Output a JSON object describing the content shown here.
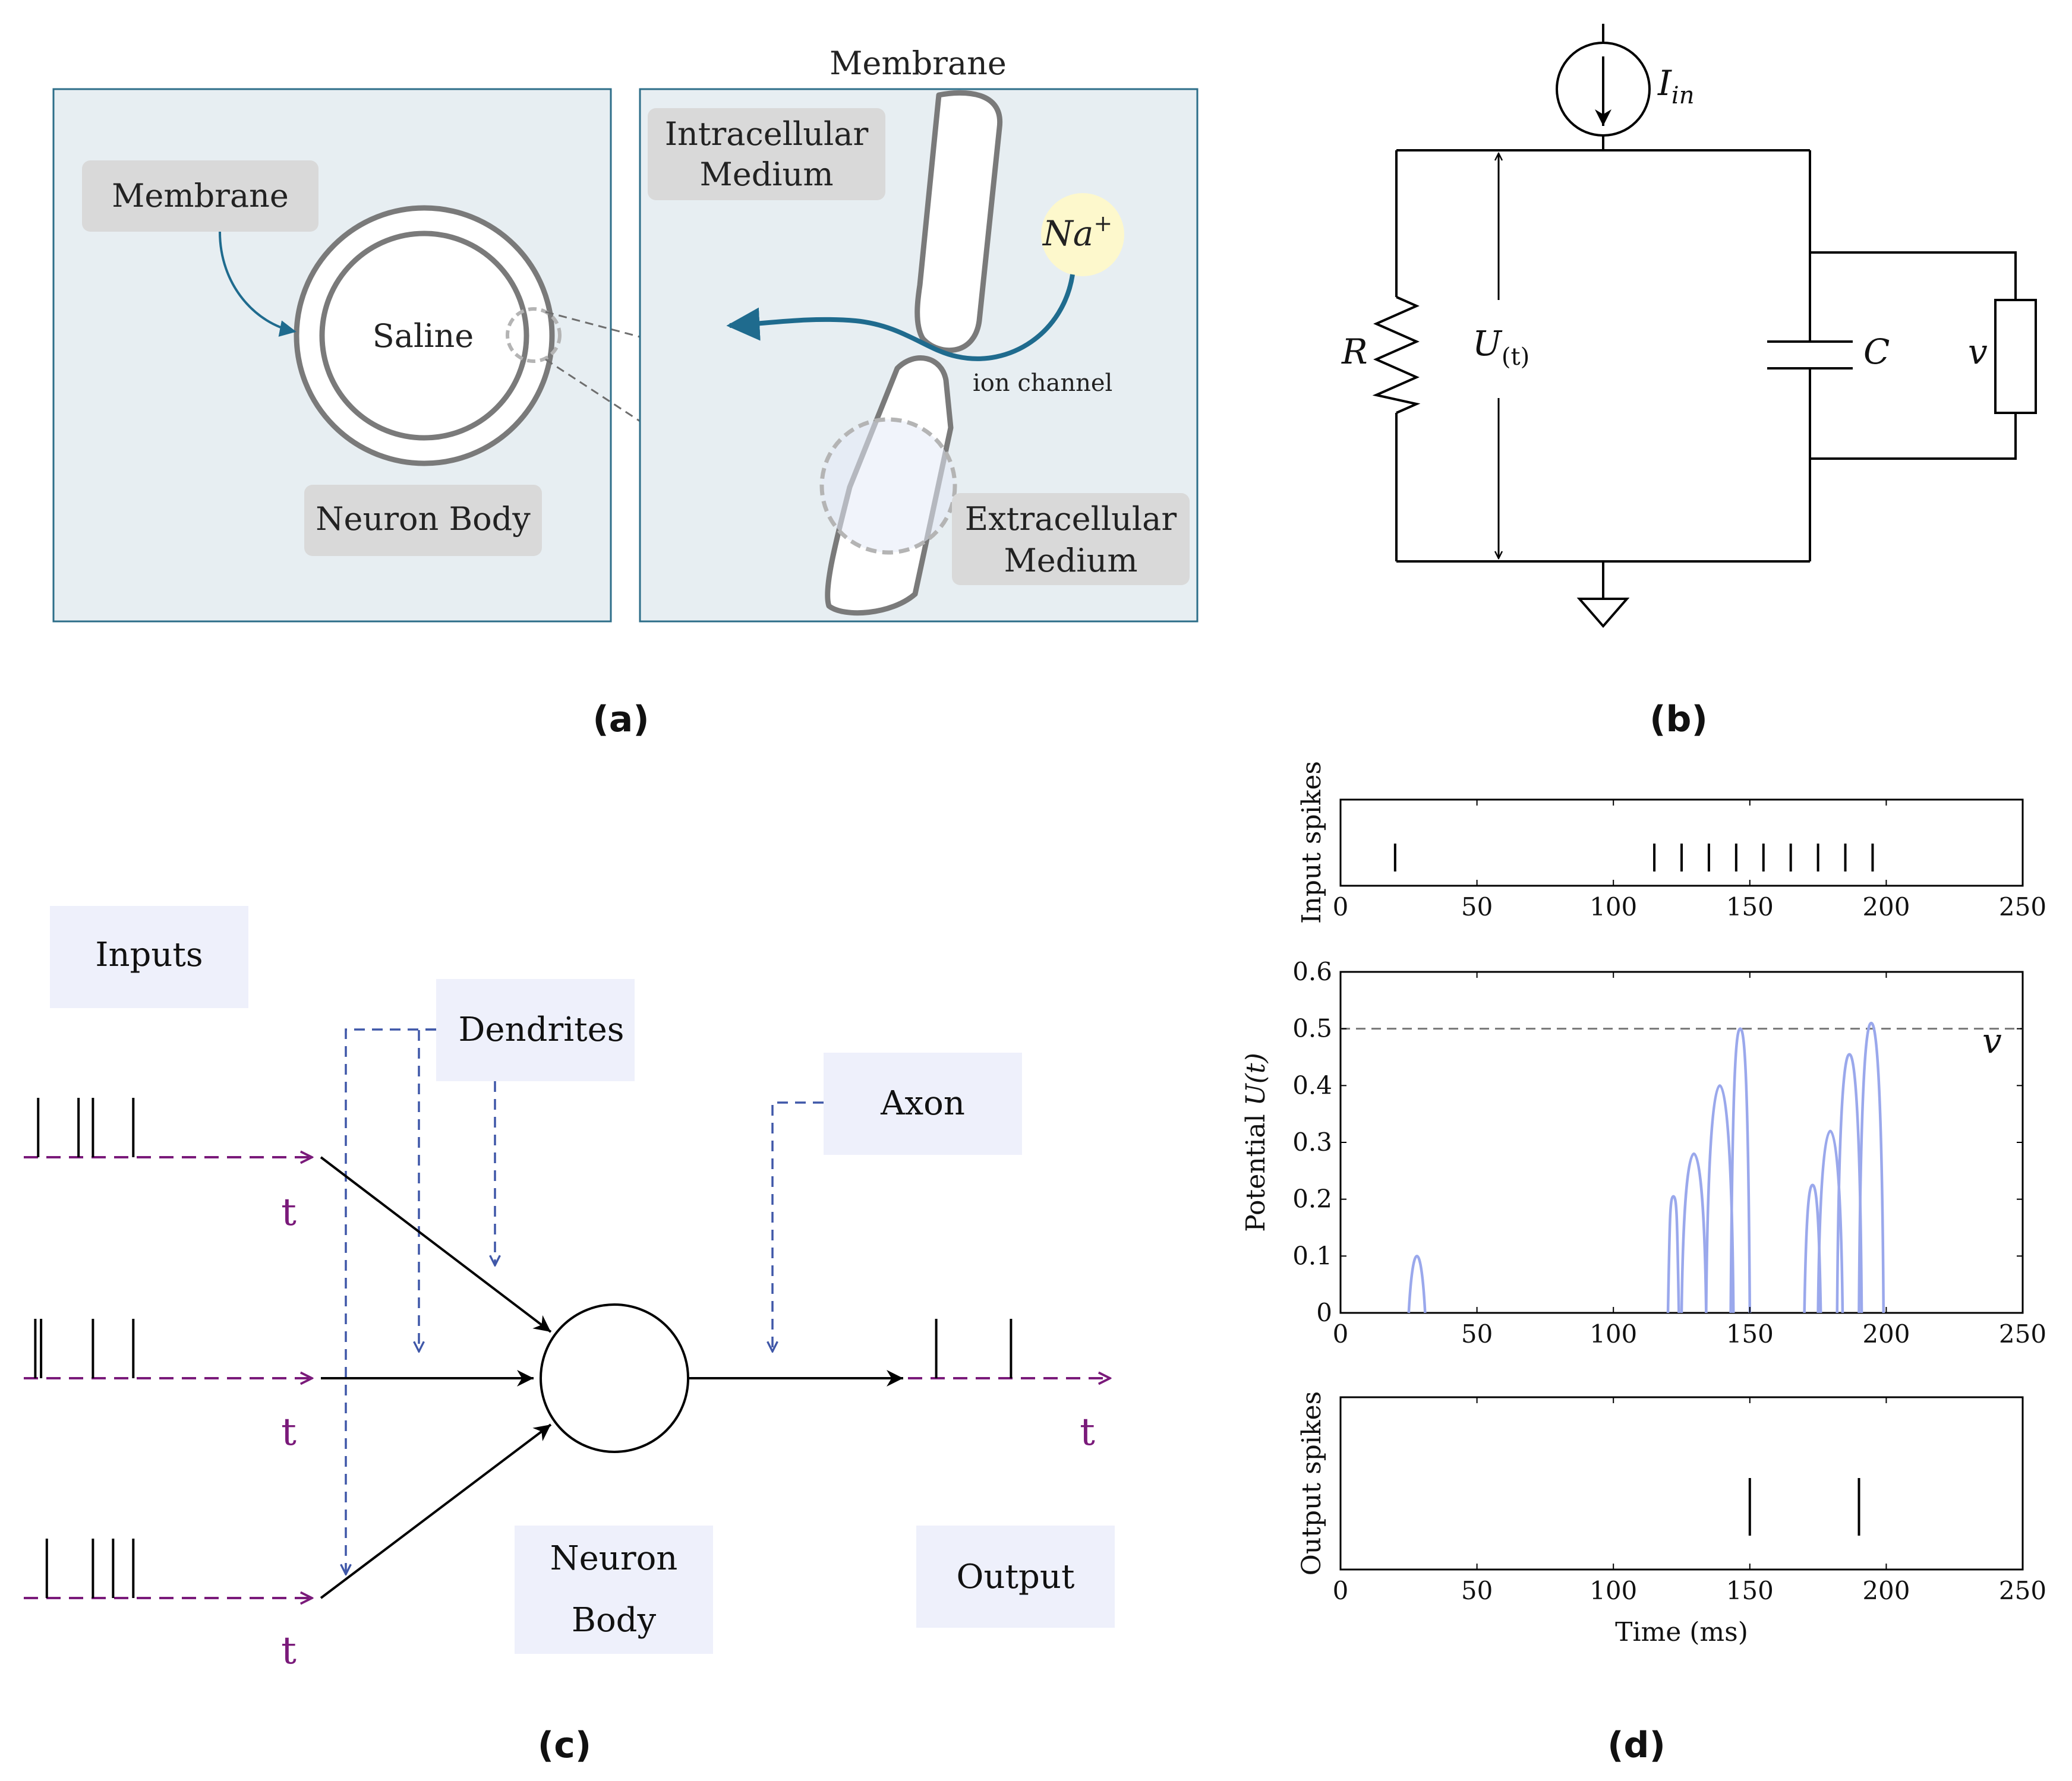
{
  "panel_a": {
    "caption": "(a)",
    "left": {
      "membrane_label": "Membrane",
      "saline_label": "Saline",
      "neuron_body_label": "Neuron Body"
    },
    "right": {
      "membrane_title": "Membrane",
      "intracellular_line1": "Intracellular",
      "intracellular_line2": "Medium",
      "na_base": "Na",
      "na_sup": "+",
      "ion_channel_label": "ion channel",
      "extracellular_line1": "Extracellular",
      "extracellular_line2": "Medium"
    },
    "colors": {
      "panel_bg": "#e7eef2",
      "panel_border": "#2d6e89",
      "membrane_gray": "#7a7a7a",
      "label_box": "#d9d9d9",
      "arrow_blue": "#1f6b8e",
      "na_fill": "#fdf8cc"
    }
  },
  "panel_b": {
    "caption": "(b)",
    "current_source": "I",
    "current_sub": "in",
    "voltage_base": "U",
    "voltage_sub": "(t)",
    "resistor": "R",
    "capacitor": "C",
    "threshold": "v"
  },
  "panel_c": {
    "caption": "(c)",
    "inputs_label": "Inputs",
    "dendrites_label": "Dendrites",
    "axon_label": "Axon",
    "neuron_body_line1": "Neuron",
    "neuron_body_line2": "Body",
    "output_label": "Output",
    "time_labels": [
      "t",
      "t",
      "t",
      "t"
    ],
    "input_trains": [
      [
        0.05,
        0.19,
        0.24,
        0.38
      ],
      [
        0.04,
        0.06,
        0.24,
        0.38
      ],
      [
        0.08,
        0.24,
        0.31,
        0.38
      ]
    ],
    "output_train": [
      0.14,
      0.51
    ],
    "colors": {
      "purple": "#7a1a7a",
      "dash_blue": "#3f57a8",
      "label_box": "#eef0fb"
    }
  },
  "panel_d": {
    "caption": "(d)",
    "input_spikes": {
      "ylabel": "Input spikes",
      "x_ticks": [
        "0",
        "50",
        "100",
        "150",
        "200",
        "250"
      ],
      "spike_times": [
        20,
        115,
        125,
        135,
        145,
        155,
        165,
        175,
        185,
        195
      ]
    },
    "potential": {
      "ylabel_prefix": "Potential ",
      "ylabel_var": "U(t)",
      "x_ticks": [
        "0",
        "50",
        "100",
        "150",
        "200",
        "250"
      ],
      "y_ticks": [
        "0",
        "0.1",
        "0.2",
        "0.3",
        "0.4",
        "0.5",
        "0.6"
      ],
      "threshold": 0.5,
      "threshold_label": "v",
      "pulses": [
        {
          "start": 25,
          "end": 31,
          "peak": 0.1
        },
        {
          "start": 120,
          "end": 124,
          "peak": 0.205
        },
        {
          "start": 125,
          "end": 134,
          "peak": 0.28
        },
        {
          "start": 134,
          "end": 144,
          "peak": 0.4
        },
        {
          "start": 143,
          "end": 150,
          "peak": 0.5
        },
        {
          "start": 170,
          "end": 176,
          "peak": 0.225
        },
        {
          "start": 175,
          "end": 184,
          "peak": 0.32
        },
        {
          "start": 182,
          "end": 191,
          "peak": 0.455
        },
        {
          "start": 190,
          "end": 199,
          "peak": 0.51
        }
      ],
      "line_color": "#9aa8ec"
    },
    "output_spikes": {
      "ylabel": "Output spikes",
      "x_ticks": [
        "0",
        "50",
        "100",
        "150",
        "200",
        "250"
      ],
      "xlabel": "Time (ms)",
      "spike_times": [
        150,
        190
      ]
    },
    "chart_data": [
      {
        "type": "scatter",
        "ylabel": "Input spikes",
        "xlim": [
          0,
          250
        ],
        "x": [
          20,
          115,
          125,
          135,
          145,
          155,
          165,
          175,
          185,
          195
        ]
      },
      {
        "type": "line",
        "ylabel": "Potential U(t)",
        "xlim": [
          0,
          250
        ],
        "ylim": [
          0,
          0.6
        ],
        "threshold": 0.5,
        "peaks_x": [
          28,
          122,
          129,
          139,
          147,
          172,
          180,
          187,
          195
        ],
        "peaks_y": [
          0.1,
          0.205,
          0.28,
          0.4,
          0.5,
          0.225,
          0.32,
          0.455,
          0.51
        ]
      },
      {
        "type": "scatter",
        "ylabel": "Output spikes",
        "xlabel": "Time (ms)",
        "xlim": [
          0,
          250
        ],
        "x": [
          150,
          190
        ]
      }
    ]
  }
}
